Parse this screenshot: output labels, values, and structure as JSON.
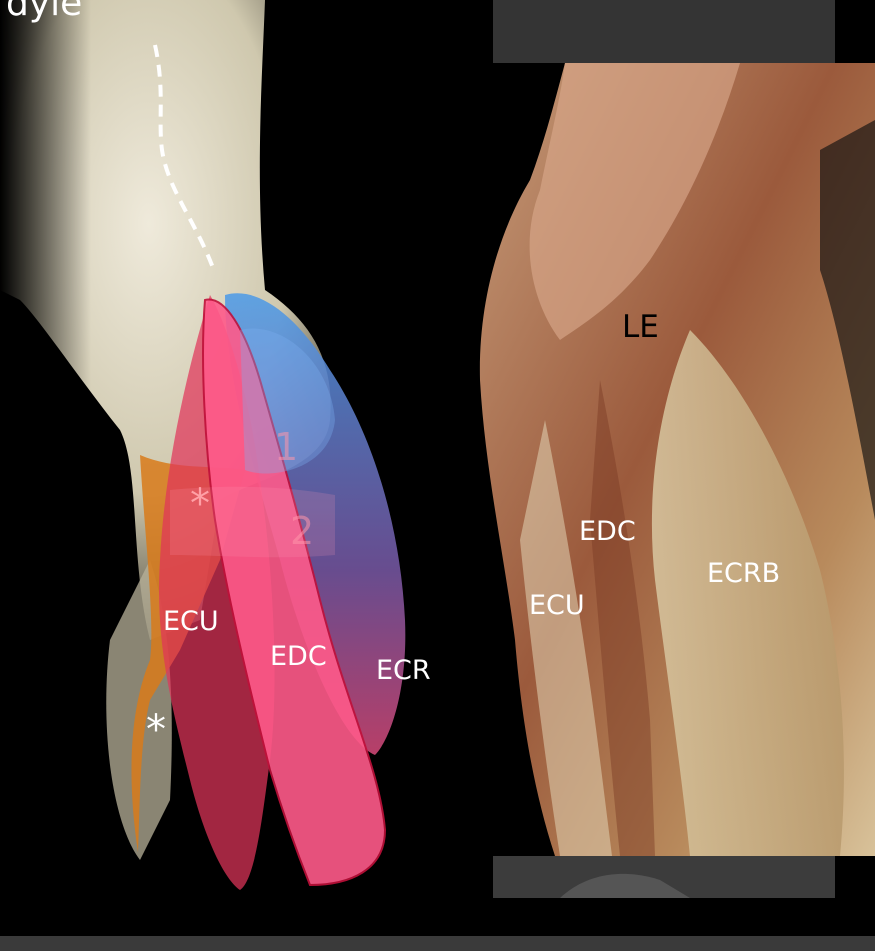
{
  "left_panel": {
    "top_word": "dyle",
    "labels": {
      "ecu": "ECU",
      "edc": "EDC",
      "ecr": "ECR",
      "num1": "1",
      "num2": "2",
      "star_upper": "*",
      "star_lower": "*"
    },
    "colors": {
      "ecu_muscle": "#e0355a",
      "edc_muscle": "#ff5a8a",
      "ecr_muscle": "#5a78d8",
      "anconeus": "#d87a1a",
      "bone": "#e8e3cc"
    }
  },
  "right_panel": {
    "labels": {
      "le": "LE",
      "edc": "EDC",
      "ecu": "ECU",
      "ecrb": "ECRB"
    }
  }
}
